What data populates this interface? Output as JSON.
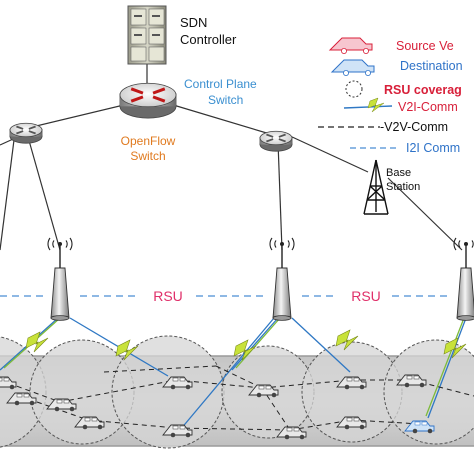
{
  "sdn": {
    "label_line1": "SDN",
    "label_line2": "Controller"
  },
  "control_switch": {
    "label_line1": "Control Plane",
    "label_line2": "Switch"
  },
  "openflow_switch": {
    "label_line1": "OpenFlow",
    "label_line2": "Switch"
  },
  "base_station": {
    "label_line1": "Base",
    "label_line2": "Station"
  },
  "rsu_labels": [
    "RSU",
    "RSU"
  ],
  "legend": {
    "source_vehicle": "Source Ve",
    "destination_vehicle": "Destination",
    "rsu_coverage": "RSU coverag",
    "v2i": "V2I-Comm",
    "v2v": "-V2V-Comm",
    "i2i": "I2I Comm"
  },
  "colors": {
    "control_text": "#3a8fd0",
    "openflow_text": "#e07a1f",
    "legend_red": "#d8203a",
    "legend_blue": "#2f73c8",
    "rsu_text": "#e0306a",
    "lightning": "#c8e23a",
    "v2i_line": "#2f78c4",
    "road": "#cfcfcf",
    "coverage": "#d9d9d9"
  }
}
